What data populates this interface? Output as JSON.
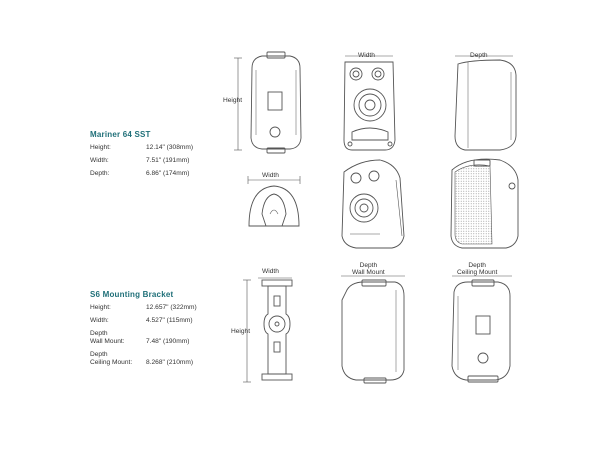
{
  "mariner": {
    "title": "Mariner 64 SST",
    "rows": [
      {
        "k": "Height:",
        "v": "12.14\" (308mm)"
      },
      {
        "k": "Width:",
        "v": "7.51\" (191mm)"
      },
      {
        "k": "Depth:",
        "v": "6.86\" (174mm)"
      }
    ]
  },
  "bracket": {
    "title": "S6 Mounting Bracket",
    "rows": [
      {
        "k": "Height:",
        "v": "12.657\" (322mm)"
      },
      {
        "k": "Width:",
        "v": "4.527\" (115mm)"
      },
      {
        "k": "Depth\nWall Mount:",
        "v": "7.48\" (190mm)"
      },
      {
        "k": "Depth\nCeiling Mount:",
        "v": "8.268\" (210mm)"
      }
    ]
  },
  "labels": {
    "height": "Height",
    "width": "Width",
    "depth": "Depth",
    "depth_wall": "Depth\nWall Mount",
    "depth_ceiling": "Depth\nCeiling Mount"
  }
}
